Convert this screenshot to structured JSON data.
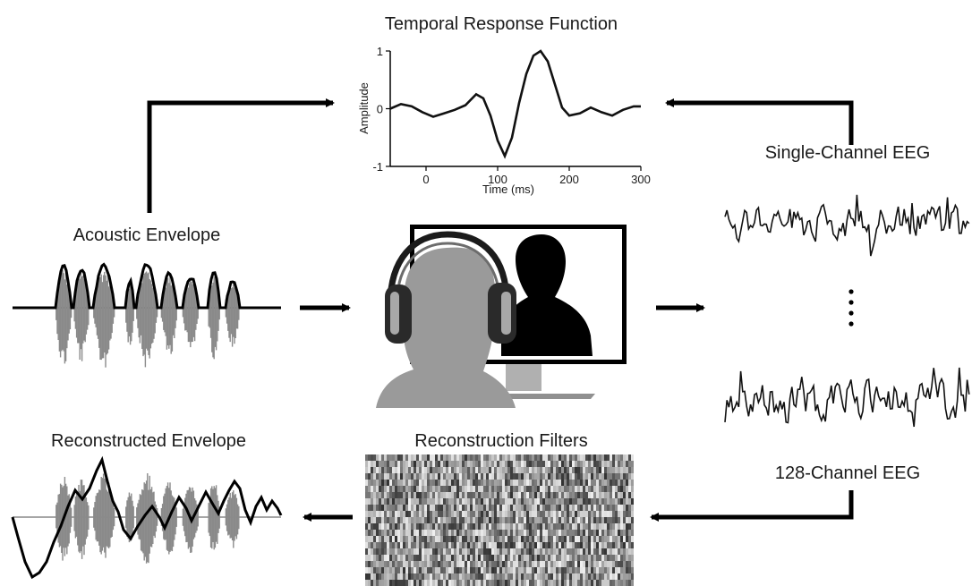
{
  "trf": {
    "title": "Temporal Response Function",
    "ylabel": "Amplitude",
    "xlabel": "Time (ms)",
    "yticks": [
      "1",
      "0",
      "-1"
    ],
    "xticks": [
      "0",
      "100",
      "200",
      "300"
    ]
  },
  "labels": {
    "acoustic": "Acoustic Envelope",
    "single_channel": "Single-Channel EEG",
    "multi_channel": "128-Channel EEG",
    "filters": "Reconstruction Filters",
    "reconstructed": "Reconstructed Envelope"
  },
  "chart_data": {
    "type": "line",
    "title": "Temporal Response Function",
    "xlabel": "Time (ms)",
    "ylabel": "Amplitude",
    "xlim": [
      -50,
      300
    ],
    "ylim": [
      -1,
      1
    ],
    "series": [
      {
        "x": [
          -50,
          -35,
          -20,
          -5,
          10,
          25,
          40,
          55,
          70,
          80,
          90,
          100,
          110,
          120,
          130,
          140,
          150,
          160,
          170,
          180,
          190,
          200,
          215,
          230,
          245,
          260,
          275,
          290,
          300
        ],
        "values": [
          0.0,
          0.08,
          0.04,
          -0.06,
          -0.14,
          -0.08,
          -0.02,
          0.06,
          0.25,
          0.18,
          -0.12,
          -0.55,
          -0.82,
          -0.5,
          0.1,
          0.6,
          0.92,
          1.0,
          0.82,
          0.42,
          0.02,
          -0.12,
          -0.08,
          0.02,
          -0.06,
          -0.12,
          -0.02,
          0.04,
          0.04
        ]
      }
    ]
  }
}
